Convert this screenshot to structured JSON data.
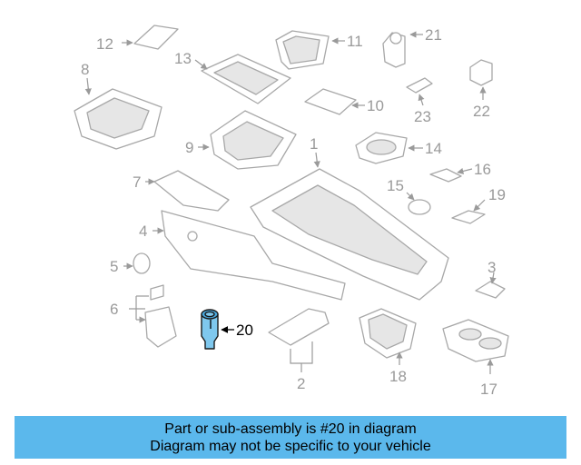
{
  "diagram": {
    "highlighted_part": "20",
    "callouts": [
      "1",
      "2",
      "3",
      "4",
      "5",
      "6",
      "7",
      "8",
      "9",
      "10",
      "11",
      "12",
      "13",
      "14",
      "15",
      "16",
      "17",
      "18",
      "19",
      "20",
      "21",
      "22",
      "23"
    ]
  },
  "banner": {
    "line1": "Part or sub-assembly is #20 in diagram",
    "line2": "Diagram may not be specific to your vehicle"
  },
  "colors": {
    "banner_bg": "#5bb8ec",
    "highlight_part": "#7fc8ee",
    "callout_text": "#9a9a9a"
  }
}
